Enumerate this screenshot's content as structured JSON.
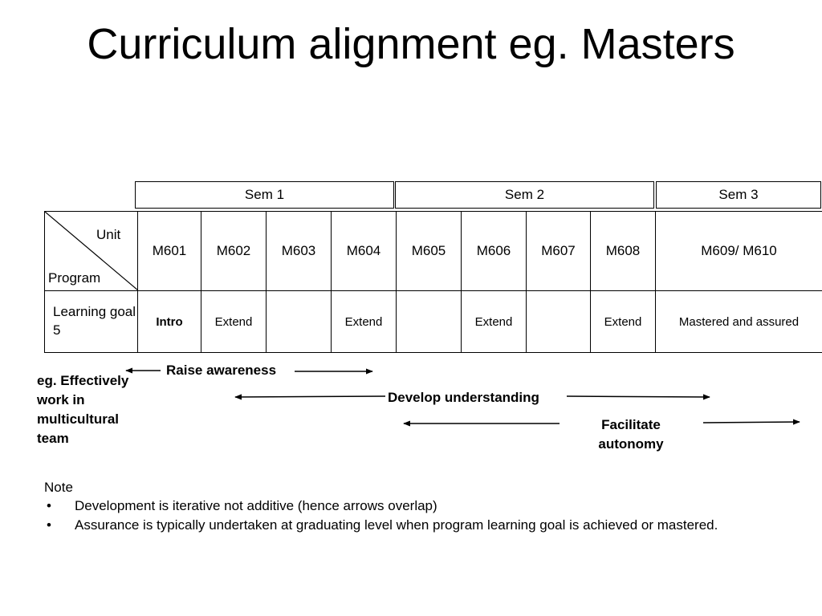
{
  "title": "Curriculum alignment eg. Masters",
  "semesters": [
    "Sem 1",
    "Sem 2",
    "Sem 3"
  ],
  "corner": {
    "unit": "Unit",
    "program": "Program"
  },
  "units": [
    "M601",
    "M602",
    "M603",
    "M604",
    "M605",
    "M606",
    "M607",
    "M608",
    "M609/ M610"
  ],
  "goal": {
    "label": "Learning goal 5",
    "cells": [
      "Intro",
      "Extend",
      "",
      "Extend",
      "",
      "Extend",
      "",
      "Extend",
      "Mastered and assured"
    ]
  },
  "example": "eg. Effectively work in multicultural team",
  "arrows": {
    "raise": "Raise awareness",
    "develop": "Develop understanding",
    "facilitate": "Facilitate autonomy"
  },
  "note": {
    "heading": "Note",
    "bullets": [
      "Development is iterative not additive (hence arrows overlap)",
      "Assurance is typically undertaken at graduating level when program learning goal is achieved or mastered."
    ]
  }
}
